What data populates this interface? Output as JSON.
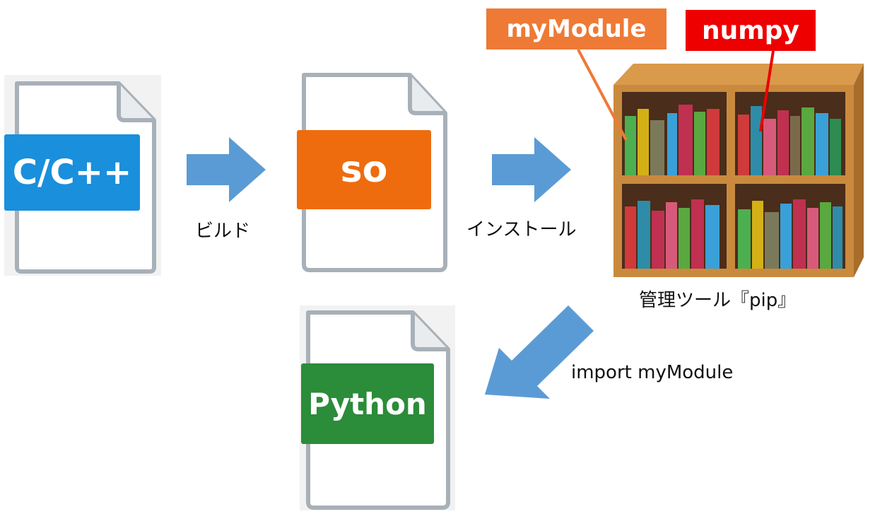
{
  "files": {
    "source": {
      "label": "C/C++",
      "color": "#1a8fdc"
    },
    "shared_object": {
      "label": "so",
      "color": "#ee6c0e"
    },
    "python": {
      "label": "Python",
      "color": "#2b8c39"
    }
  },
  "steps": {
    "build": "ビルド",
    "install": "インストール",
    "import": "import myModule"
  },
  "library": {
    "caption": "管理ツール『pip』",
    "packages": [
      {
        "name": "myModule",
        "color": "#ee7a35"
      },
      {
        "name": "numpy",
        "color": "#ee0000"
      }
    ]
  },
  "colors": {
    "arrow": "#5b9bd5",
    "doc_outline": "#a8b0b8",
    "shelf_wood": "#c98a3e"
  }
}
